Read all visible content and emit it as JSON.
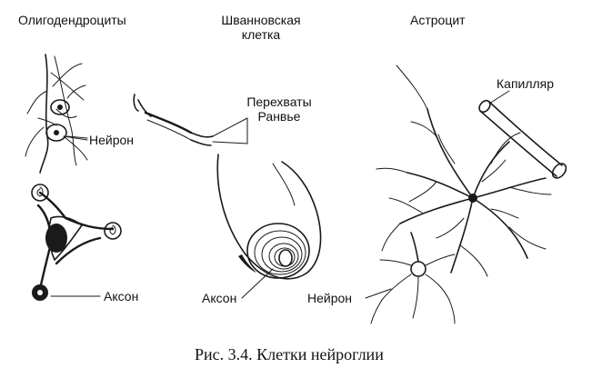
{
  "labels": {
    "oligodendrocytes": "Олигодендроциты",
    "schwann_line1": "Шванновская",
    "schwann_line2": "клетка",
    "astrocyte": "Астроцит",
    "nodes_line1": "Перехваты",
    "nodes_line2": "Ранвье",
    "capillary": "Капилляр",
    "neuron_left": "Нейрон",
    "axon_left": "Аксон",
    "axon_middle": "Аксон",
    "neuron_right": "Нейрон"
  },
  "caption": "Рис. 3.4.  Клетки нейроглии",
  "colors": {
    "ink": "#1a1a1a",
    "background": "#ffffff"
  }
}
